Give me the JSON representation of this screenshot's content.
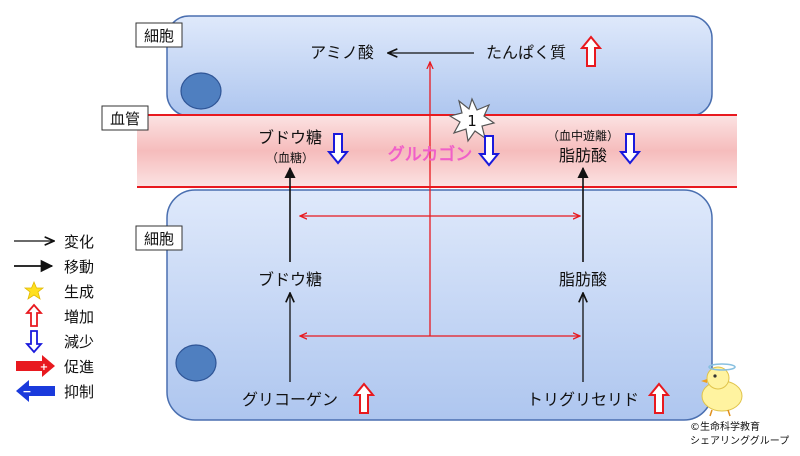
{
  "labels": {
    "cell_top": "細胞",
    "blood_vessel": "血管",
    "cell_bottom": "細胞",
    "amino_acid": "アミノ酸",
    "protein": "たんぱく質",
    "glucose": "ブドウ糖",
    "glucose_sub": "（血糖）",
    "glucagon": "グルカゴン",
    "ffa_sub": "（血中遊離）",
    "fatty_acid": "脂肪酸",
    "glucose_cell": "ブドウ糖",
    "fatty_acid_cell": "脂肪酸",
    "glycogen": "グリコーゲン",
    "triglyceride": "トリグリセリド",
    "badge": "1"
  },
  "legend": [
    {
      "icon": "thin-arrow-icon",
      "label": "変化"
    },
    {
      "icon": "bold-arrow-icon",
      "label": "移動"
    },
    {
      "icon": "star-icon",
      "label": "生成"
    },
    {
      "icon": "up-arrow-icon",
      "label": "増加"
    },
    {
      "icon": "down-arrow-icon",
      "label": "減少"
    },
    {
      "icon": "promote-arrow-icon",
      "label": "促進"
    },
    {
      "icon": "inhibit-arrow-icon",
      "label": "抑制"
    }
  ],
  "credit": {
    "line1": "©生命科学教育",
    "line2": "シェアリンググループ"
  },
  "colors": {
    "cell_fill": "#c9daf8",
    "cell_stroke": "#4a6fb0",
    "nucleus": "#4f7fc0",
    "vessel_fill": "#f7c4c4",
    "vessel_line": "#e8191f",
    "increase": "#e8191f",
    "decrease": "#1a1adc",
    "glucagon": "#f060c8",
    "arrow": "#111111"
  }
}
